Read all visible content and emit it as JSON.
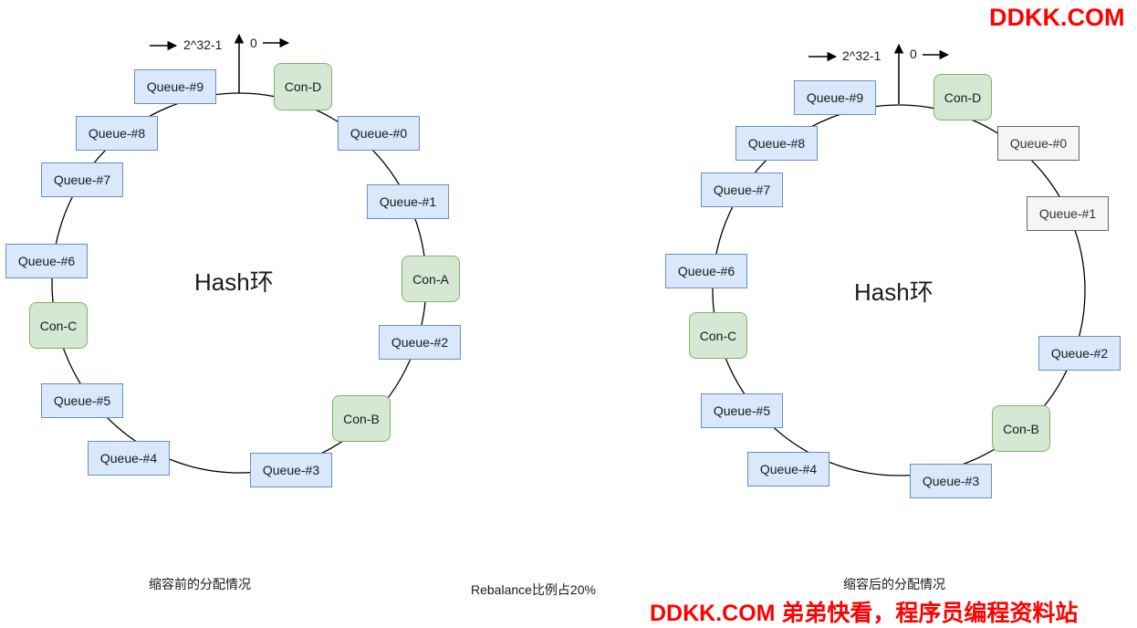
{
  "watermark": {
    "top": "DDKK.COM",
    "bottom": "DDKK.COM 弟弟快看，程序员编程资料站",
    "color": "#ff0000"
  },
  "colors": {
    "queue_fill": "#dae8fc",
    "queue_stroke": "#6c8ebf",
    "consumer_fill": "#d5e8d4",
    "consumer_stroke": "#82b366",
    "removed_fill": "#f5f5f5",
    "removed_stroke": "#666666"
  },
  "ratio_label": "Rebalance比例占20%",
  "diagrams": {
    "before": {
      "title": "Hash环",
      "caption": "缩容前的分配情况",
      "marker_max": "2^32-1",
      "marker_zero": "0",
      "nodes": [
        {
          "label": "Queue-#9",
          "kind": "queue"
        },
        {
          "label": "Con-D",
          "kind": "consumer"
        },
        {
          "label": "Queue-#0",
          "kind": "queue"
        },
        {
          "label": "Queue-#8",
          "kind": "queue"
        },
        {
          "label": "Queue-#7",
          "kind": "queue"
        },
        {
          "label": "Queue-#1",
          "kind": "queue"
        },
        {
          "label": "Con-A",
          "kind": "consumer"
        },
        {
          "label": "Queue-#6",
          "kind": "queue"
        },
        {
          "label": "Con-C",
          "kind": "consumer"
        },
        {
          "label": "Queue-#2",
          "kind": "queue"
        },
        {
          "label": "Queue-#5",
          "kind": "queue"
        },
        {
          "label": "Con-B",
          "kind": "consumer"
        },
        {
          "label": "Queue-#4",
          "kind": "queue"
        },
        {
          "label": "Queue-#3",
          "kind": "queue"
        }
      ]
    },
    "after": {
      "title": "Hash环",
      "caption": "缩容后的分配情况",
      "marker_max": "2^32-1",
      "marker_zero": "0",
      "nodes": [
        {
          "label": "Queue-#9",
          "kind": "queue"
        },
        {
          "label": "Con-D",
          "kind": "consumer"
        },
        {
          "label": "Queue-#0",
          "kind": "removed"
        },
        {
          "label": "Queue-#8",
          "kind": "queue"
        },
        {
          "label": "Queue-#7",
          "kind": "queue"
        },
        {
          "label": "Queue-#1",
          "kind": "removed"
        },
        {
          "label": "Queue-#6",
          "kind": "queue"
        },
        {
          "label": "Con-C",
          "kind": "consumer"
        },
        {
          "label": "Queue-#2",
          "kind": "queue"
        },
        {
          "label": "Queue-#5",
          "kind": "queue"
        },
        {
          "label": "Con-B",
          "kind": "consumer"
        },
        {
          "label": "Queue-#4",
          "kind": "queue"
        },
        {
          "label": "Queue-#3",
          "kind": "queue"
        }
      ]
    }
  }
}
